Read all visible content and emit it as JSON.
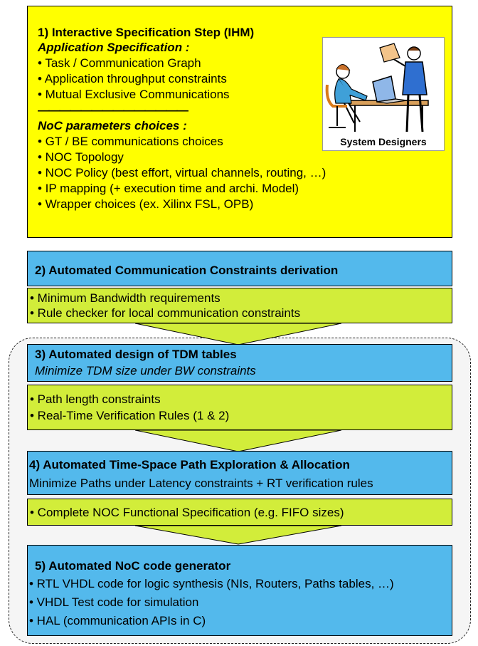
{
  "step1": {
    "title": "1) Interactive Specification Step (IHM)",
    "app_heading": "Application Specification :",
    "app_items": [
      "• Task / Communication Graph",
      "• Application throughput constraints",
      "• Mutual Exclusive Communications"
    ],
    "separator": "——————————————",
    "noc_heading": "NoC parameters choices :",
    "noc_items": [
      "• GT / BE communications choices",
      "• NOC Topology",
      "• NOC Policy (best effort, virtual channels, routing, …)",
      "• IP mapping (+ execution time and archi. Model)",
      "• Wrapper choices (ex. Xilinx FSL, OPB)"
    ],
    "image_caption": "System Designers"
  },
  "step2": {
    "title": "2) Automated Communication Constraints derivation",
    "items": [
      "• Minimum Bandwidth requirements",
      "• Rule checker for local communication constraints"
    ]
  },
  "step3": {
    "title": "3) Automated design of TDM tables",
    "subtitle": "Minimize TDM size under BW constraints",
    "items": [
      "• Path length constraints",
      "• Real-Time Verification Rules (1 & 2)"
    ]
  },
  "step4": {
    "title": "4) Automated Time-Space Path Exploration & Allocation",
    "subtitle": "Minimize Paths under Latency constraints + RT verification rules",
    "items": [
      "• Complete NOC Functional Specification (e.g. FIFO sizes)"
    ]
  },
  "step5": {
    "title": "5) Automated NoC code generator",
    "items": [
      "• RTL VHDL code for logic synthesis (NIs, Routers, Paths tables, …)",
      "• VHDL Test code for simulation",
      "• HAL (communication APIs in C)"
    ]
  },
  "colors": {
    "yellow": "#ffff00",
    "blue": "#53b9ec",
    "green": "#d2ed3a"
  }
}
